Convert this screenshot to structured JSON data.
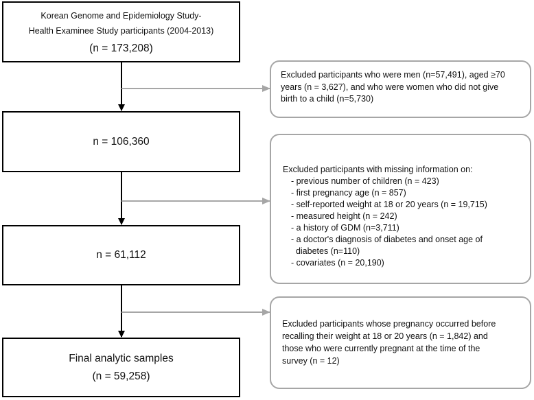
{
  "boxes": {
    "start": {
      "line1": "Korean Genome and Epidemiology Study-",
      "line2": "Health Examinee Study participants (2004-2013)",
      "count": "(n = 173,208)"
    },
    "step2": {
      "count": "n = 106,360"
    },
    "step3": {
      "count": "n = 61,112"
    },
    "final": {
      "title": "Final analytic samples",
      "count": "(n = 59,258)"
    }
  },
  "exclusions": {
    "first": {
      "line1": "Excluded participants who were men (n=57,491), aged ≥70",
      "line2": "years (n = 3,627), and who were women who did not give",
      "line3": "birth to a child (n=5,730)"
    },
    "second": {
      "heading": "Excluded participants with missing information on:",
      "items": [
        "- previous number of children (n = 423)",
        "- first pregnancy age (n = 857)",
        "- self-reported weight at 18 or 20 years (n = 19,715)",
        "- measured height (n = 242)",
        "- a history of GDM (n=3,711)",
        "- a doctor's diagnosis of diabetes and onset age of",
        "  diabetes (n=110)",
        "- covariates (n = 20,190)"
      ]
    },
    "third": {
      "line1": "Excluded participants whose pregnancy occurred before",
      "line2": "recalling their weight at 18 or 20 years (n = 1,842) and",
      "line3": "those who were currently pregnant at the time of the",
      "line4": "survey (n = 12)"
    }
  },
  "colors": {
    "main_border": "#000000",
    "side_border": "#a6a6a6",
    "side_arrow": "#a6a6a6"
  }
}
